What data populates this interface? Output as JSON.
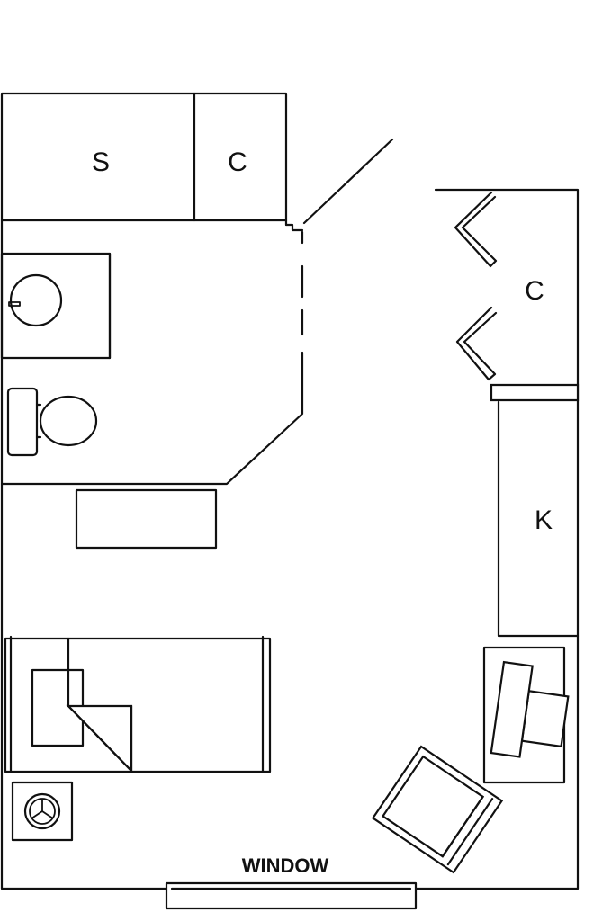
{
  "labels": {
    "shower": "S",
    "closet_top": "C",
    "closet_right": "C",
    "kitchen": "K",
    "window": "WINDOW"
  },
  "colors": {
    "line": "#111111",
    "background": "#ffffff"
  }
}
